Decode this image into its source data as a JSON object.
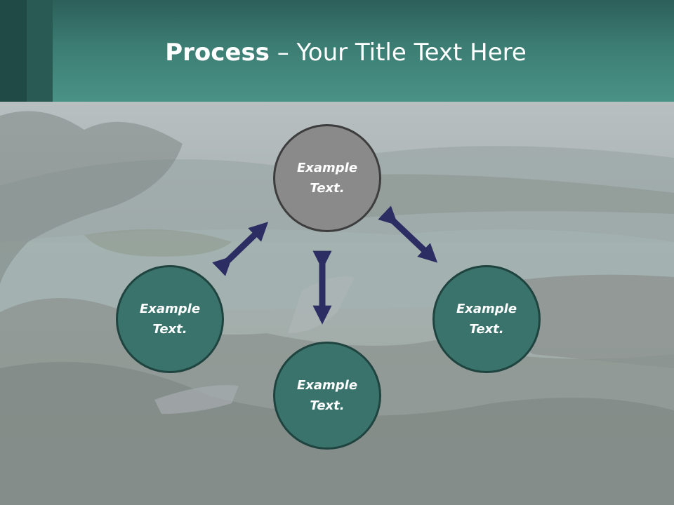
{
  "slide": {
    "title_bold": "Process",
    "title_rest": " – Your Title Text Here"
  },
  "nodes": [
    {
      "id": "top",
      "text": "Example Text.",
      "color": "#8a8a8a"
    },
    {
      "id": "left",
      "text": "Example Text.",
      "color": "#3a736b"
    },
    {
      "id": "right",
      "text": "Example Text.",
      "color": "#3a736b"
    },
    {
      "id": "bottom",
      "text": "Example Text.",
      "color": "#3a736b"
    }
  ],
  "colors": {
    "header": "#3c7d73",
    "arrow": "#2b2d63",
    "node_teal": "#3a736b",
    "node_grey": "#8a8a8a"
  }
}
